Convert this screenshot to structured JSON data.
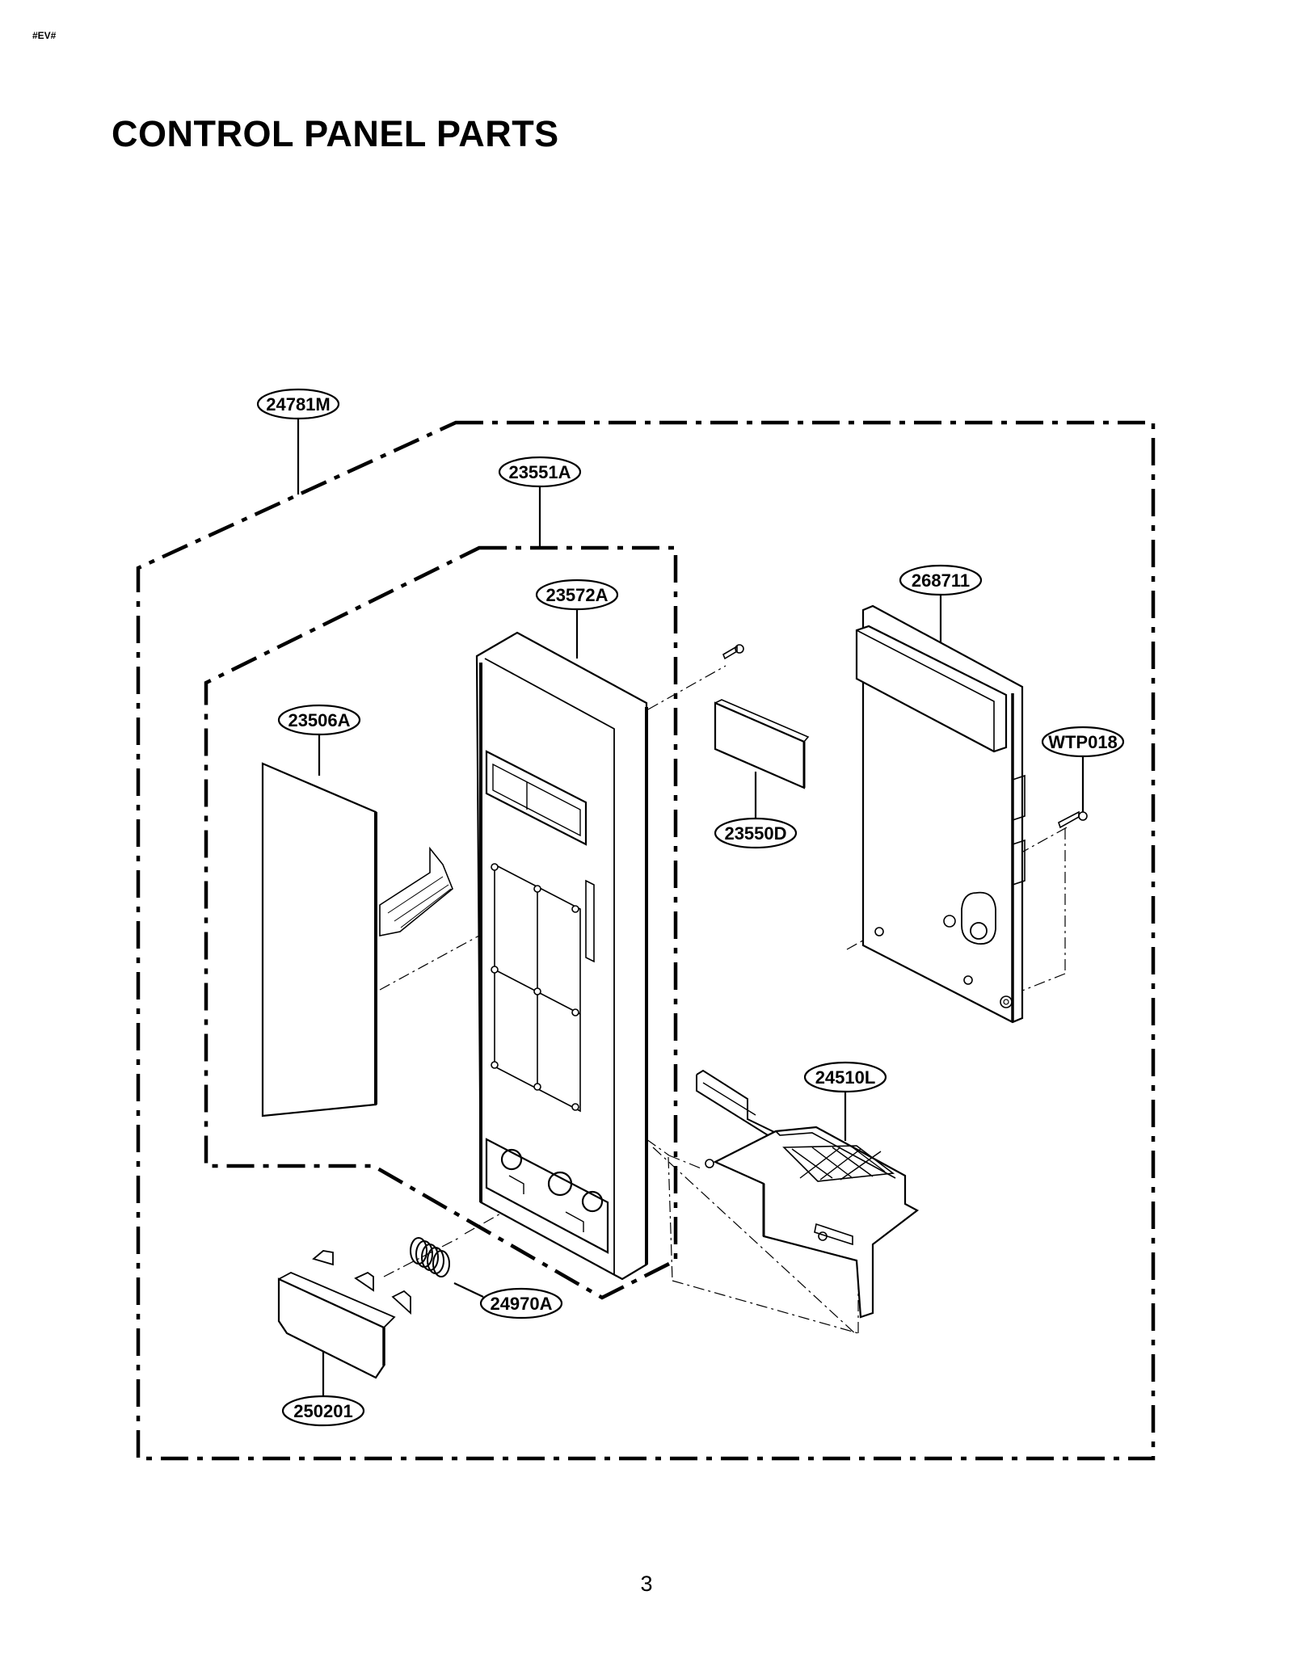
{
  "header": {
    "corner_code": "#EV#"
  },
  "title": "CONTROL PANEL PARTS",
  "page_number": "3",
  "callouts": {
    "assembly": "24781M",
    "control_panel_assy": "23551A",
    "panel_frame": "23572A",
    "membrane": "23506A",
    "pcb": "268711",
    "screw": "WTP018",
    "display_cover": "23550D",
    "latch_board": "24510L",
    "spring": "24970A",
    "door_button": "250201"
  }
}
